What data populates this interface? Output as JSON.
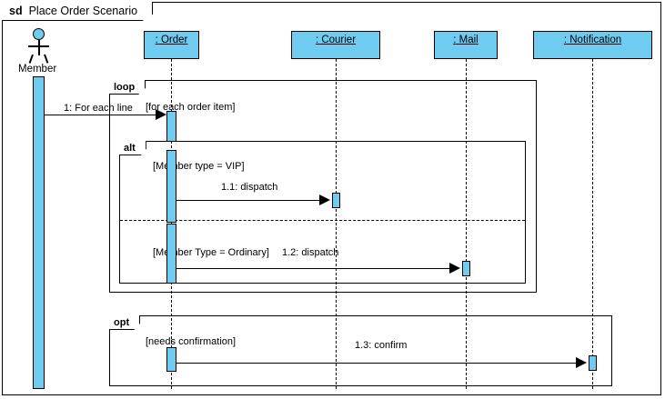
{
  "diagram": {
    "kind_keyword": "sd",
    "title": "Place Order Scenario",
    "colors": {
      "lifeline_fill": "#6FCBEF",
      "stroke": "#000000",
      "background": "#FFFFFF"
    }
  },
  "actor": {
    "name": "Member",
    "icon": "stick-figure-actor-icon"
  },
  "lifelines": [
    {
      "label": ": Order"
    },
    {
      "label": ": Courier"
    },
    {
      "label": ": Mail"
    },
    {
      "label": ": Notification"
    }
  ],
  "fragments": [
    {
      "operator": "loop",
      "guard": "[for each order item]"
    },
    {
      "operator": "alt",
      "guards": [
        "[Member type = VIP]",
        "[Member Type = Ordinary]"
      ]
    },
    {
      "operator": "opt",
      "guard": "[needs confirmation]"
    }
  ],
  "messages": [
    {
      "label": "1: For each line",
      "from": "Member",
      "to": ": Order"
    },
    {
      "label": "1.1: dispatch",
      "from": ": Order",
      "to": ": Courier"
    },
    {
      "label": "1.2: dispatch",
      "from": ": Order",
      "to": ": Mail"
    },
    {
      "label": "1.3: confirm",
      "from": ": Order",
      "to": ": Notification"
    }
  ]
}
